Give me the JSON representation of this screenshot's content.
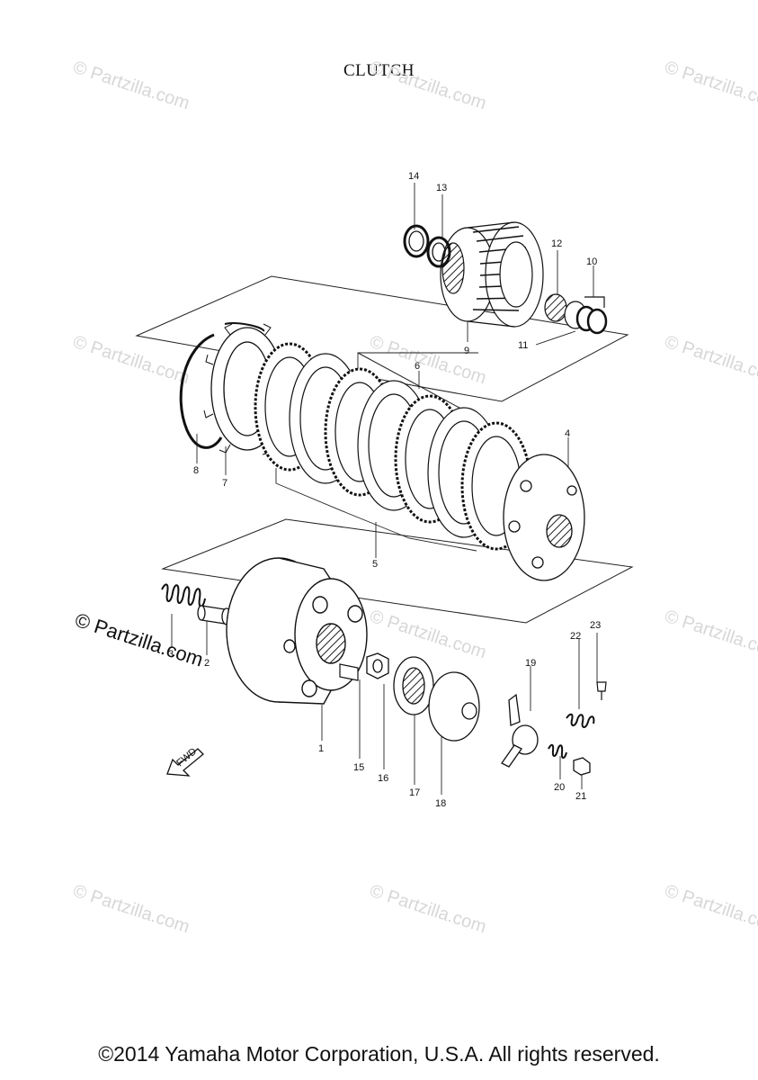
{
  "title": "CLUTCH",
  "copyright": "©2014 Yamaha Motor Corporation, U.S.A. All rights reserved.",
  "watermark_text": "© Partzilla.com",
  "direction_label": "FWD",
  "callouts": [
    "1",
    "2",
    "3",
    "4",
    "5",
    "6",
    "7",
    "8",
    "9",
    "10",
    "11",
    "12",
    "13",
    "14",
    "15",
    "16",
    "17",
    "18",
    "19",
    "20",
    "21",
    "22",
    "23"
  ]
}
